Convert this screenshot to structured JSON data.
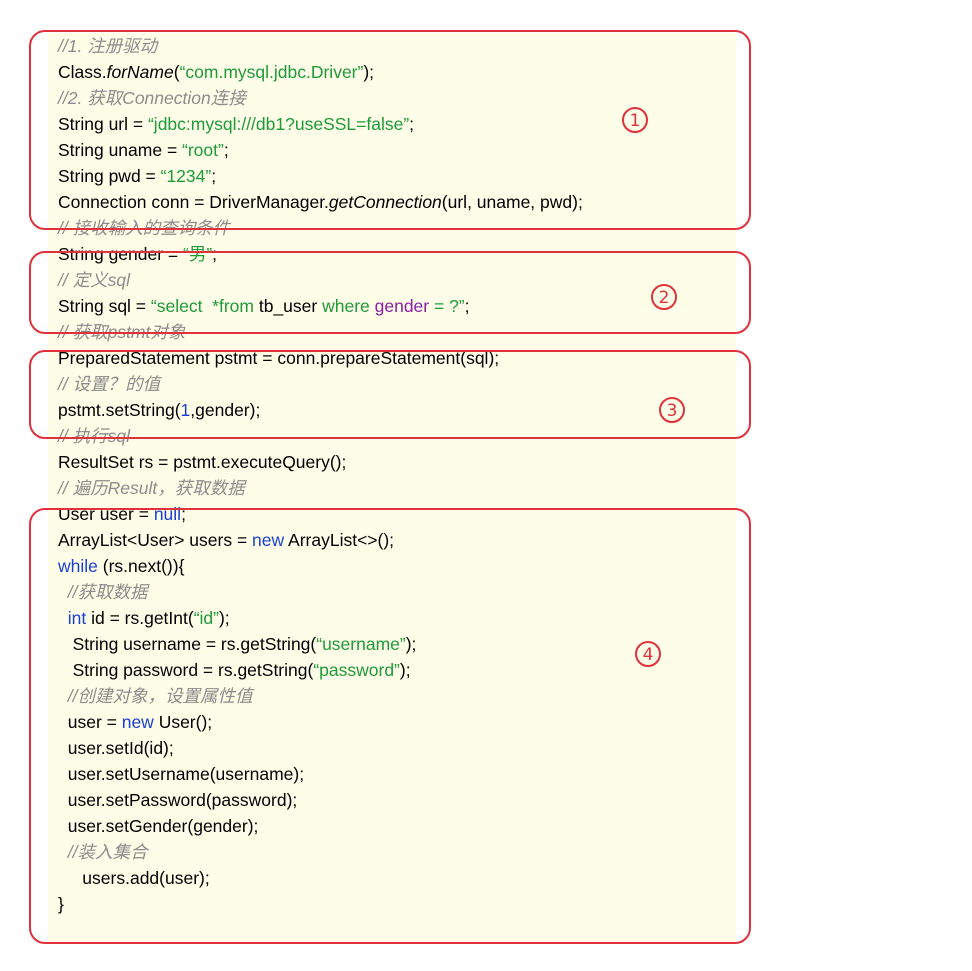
{
  "regions": [
    {
      "label": "1"
    },
    {
      "label": "2"
    },
    {
      "label": "3"
    },
    {
      "label": "4"
    }
  ],
  "lines": [
    [
      {
        "t": "//1. 注册驱动",
        "c": "cm"
      }
    ],
    [
      {
        "t": "Class."
      },
      {
        "t": "forName",
        "c": "it"
      },
      {
        "t": "("
      },
      {
        "t": "“com.mysql.jdbc.Driver”",
        "c": "str"
      },
      {
        "t": ");"
      }
    ],
    [
      {
        "t": "//2. 获取Connection连接",
        "c": "cm"
      }
    ],
    [
      {
        "t": "String url = "
      },
      {
        "t": "“jdbc:mysql:///db1?useSSL=false”",
        "c": "str"
      },
      {
        "t": ";"
      }
    ],
    [
      {
        "t": "String uname = "
      },
      {
        "t": "“root”",
        "c": "str"
      },
      {
        "t": ";"
      }
    ],
    [
      {
        "t": "String pwd = "
      },
      {
        "t": "“1234”",
        "c": "str"
      },
      {
        "t": ";"
      }
    ],
    [
      {
        "t": "Connection conn = DriverManager."
      },
      {
        "t": "getConnection",
        "c": "it"
      },
      {
        "t": "(url, uname, pwd);"
      }
    ],
    [
      {
        "t": "// 接收输入的查询条件",
        "c": "cm"
      }
    ],
    [
      {
        "t": "String gender = "
      },
      {
        "t": "“男”",
        "c": "str"
      },
      {
        "t": ";"
      }
    ],
    [
      {
        "t": "// 定义sql",
        "c": "cm"
      }
    ],
    [
      {
        "t": "String sql = "
      },
      {
        "t": "“select  *from ",
        "c": "str"
      },
      {
        "t": "tb_user "
      },
      {
        "t": "where ",
        "c": "str"
      },
      {
        "t": "gender",
        "c": "pur"
      },
      {
        "t": " = ?”",
        "c": "str"
      },
      {
        "t": ";"
      }
    ],
    [
      {
        "t": "// 获取pstmt对象",
        "c": "cm"
      }
    ],
    [
      {
        "t": "PreparedStatement pstmt = conn.prepareStatement(sql);"
      }
    ],
    [
      {
        "t": "// 设置？的值",
        "c": "cm"
      }
    ],
    [
      {
        "t": "pstmt.setString("
      },
      {
        "t": "1",
        "c": "num"
      },
      {
        "t": ",gender);"
      }
    ],
    [
      {
        "t": "// 执行sql",
        "c": "cm"
      }
    ],
    [
      {
        "t": "ResultSet rs = pstmt.executeQuery();"
      }
    ],
    [
      {
        "t": "// 遍历Result，获取数据",
        "c": "cm"
      }
    ],
    [
      {
        "t": "User user = "
      },
      {
        "t": "null",
        "c": "kw"
      },
      {
        "t": ";"
      }
    ],
    [
      {
        "t": "ArrayList<User> users = "
      },
      {
        "t": "new",
        "c": "kw"
      },
      {
        "t": " ArrayList<>();"
      }
    ],
    [
      {
        "t": "while",
        "c": "kw"
      },
      {
        "t": " (rs.next()){"
      }
    ],
    [
      {
        "t": "  "
      },
      {
        "t": "//获取数据",
        "c": "cm"
      }
    ],
    [
      {
        "t": "  "
      },
      {
        "t": "int",
        "c": "kw"
      },
      {
        "t": " id = rs.getInt("
      },
      {
        "t": "“id”",
        "c": "str"
      },
      {
        "t": ");"
      }
    ],
    [
      {
        "t": "   String username = rs.getString("
      },
      {
        "t": "“username”",
        "c": "str"
      },
      {
        "t": ");"
      }
    ],
    [
      {
        "t": "   String password = rs.getString("
      },
      {
        "t": "“password”",
        "c": "str"
      },
      {
        "t": ");"
      }
    ],
    [
      {
        "t": "  "
      },
      {
        "t": "//创建对象，设置属性值",
        "c": "cm"
      }
    ],
    [
      {
        "t": "  user = "
      },
      {
        "t": "new",
        "c": "kw"
      },
      {
        "t": " User();"
      }
    ],
    [
      {
        "t": "  user.setId(id);"
      }
    ],
    [
      {
        "t": "  user.setUsername(username);"
      }
    ],
    [
      {
        "t": "  user.setPassword(password);"
      }
    ],
    [
      {
        "t": "  user.setGender(gender);"
      }
    ],
    [
      {
        "t": "  "
      },
      {
        "t": "//装入集合",
        "c": "cm"
      }
    ],
    [
      {
        "t": "     users.add(user);"
      }
    ],
    [
      {
        "t": "}"
      }
    ]
  ]
}
